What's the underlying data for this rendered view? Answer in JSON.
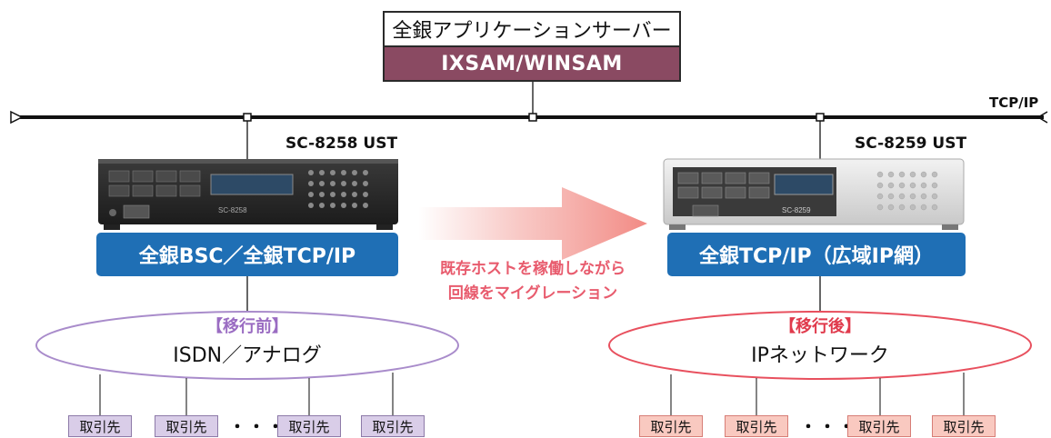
{
  "server": {
    "title": "全銀アプリケーションサーバー",
    "system": "IXSAM/WINSAM"
  },
  "network": {
    "label": "TCP/IP"
  },
  "before": {
    "model": "SC-8258 UST",
    "protocol": "全銀BSC／全銀TCP/IP",
    "tag": "【移行前】",
    "network_name": "ISDN／アナログ",
    "partners": [
      "取引先",
      "取引先",
      "取引先",
      "取引先"
    ],
    "device_label": "SC-8258"
  },
  "after": {
    "model": "SC-8259 UST",
    "protocol": "全銀TCP/IP（広域IP網）",
    "tag": "【移行後】",
    "network_name": "IPネットワーク",
    "partners": [
      "取引先",
      "取引先",
      "取引先",
      "取引先"
    ],
    "device_label": "SC-8259"
  },
  "migration": {
    "line1": "既存ホストを稼働しながら",
    "line2": "回線をマイグレーション"
  },
  "ellipsis": "・・・",
  "colors": {
    "server_band": "#8a4a62",
    "protocol_blue": "#1f6fb5",
    "before_ellipse": "#a98ccb",
    "after_ellipse": "#e8505e",
    "arrow": "#f29a94"
  }
}
